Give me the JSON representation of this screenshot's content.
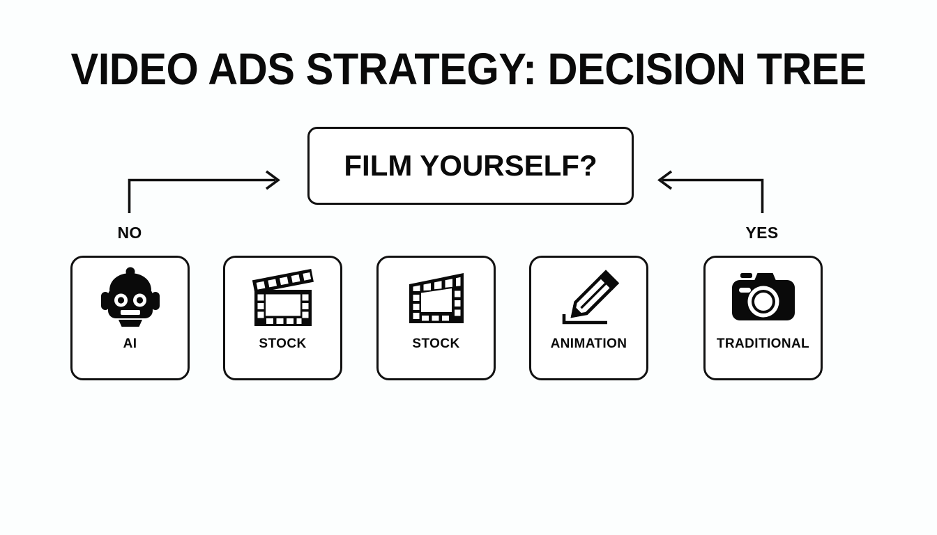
{
  "page": {
    "title": "VIDEO ADS STRATEGY: DECISION TREE",
    "background_color": "#fcfefe",
    "ink_color": "#111111"
  },
  "decision": {
    "question": "FILM YOURSELF?"
  },
  "branches": [
    {
      "id": "no",
      "label": "NO",
      "direction": "left"
    },
    {
      "id": "yes",
      "label": "YES",
      "direction": "right"
    }
  ],
  "options": [
    {
      "id": "ai",
      "label": "AI",
      "icon": "robot-icon"
    },
    {
      "id": "stock-1",
      "label": "STOCK",
      "icon": "clapperboard-icon"
    },
    {
      "id": "stock-2",
      "label": "STOCK",
      "icon": "film-frame-icon"
    },
    {
      "id": "animation",
      "label": "ANIMATION",
      "icon": "pencil-icon"
    },
    {
      "id": "traditional",
      "label": "TRADITIONAL",
      "icon": "camera-icon"
    }
  ]
}
